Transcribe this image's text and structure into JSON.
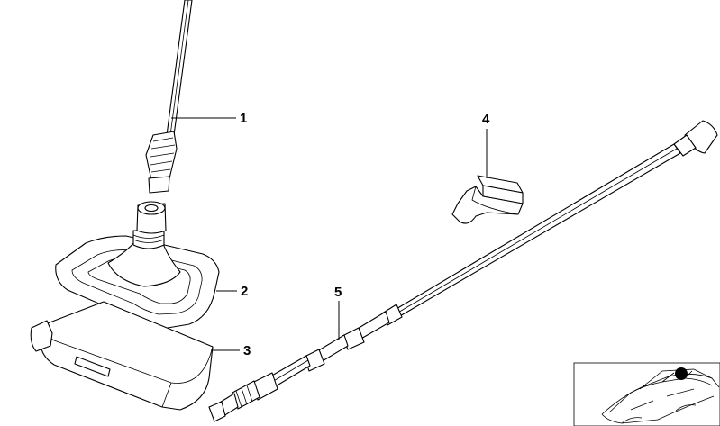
{
  "callouts": [
    {
      "id": "1",
      "label": "1"
    },
    {
      "id": "2",
      "label": "2"
    },
    {
      "id": "3",
      "label": "3"
    },
    {
      "id": "4",
      "label": "4"
    },
    {
      "id": "5",
      "label": "5"
    }
  ],
  "colors": {
    "line": "#000000",
    "background": "#ffffff",
    "locator_dot": "#000000"
  }
}
